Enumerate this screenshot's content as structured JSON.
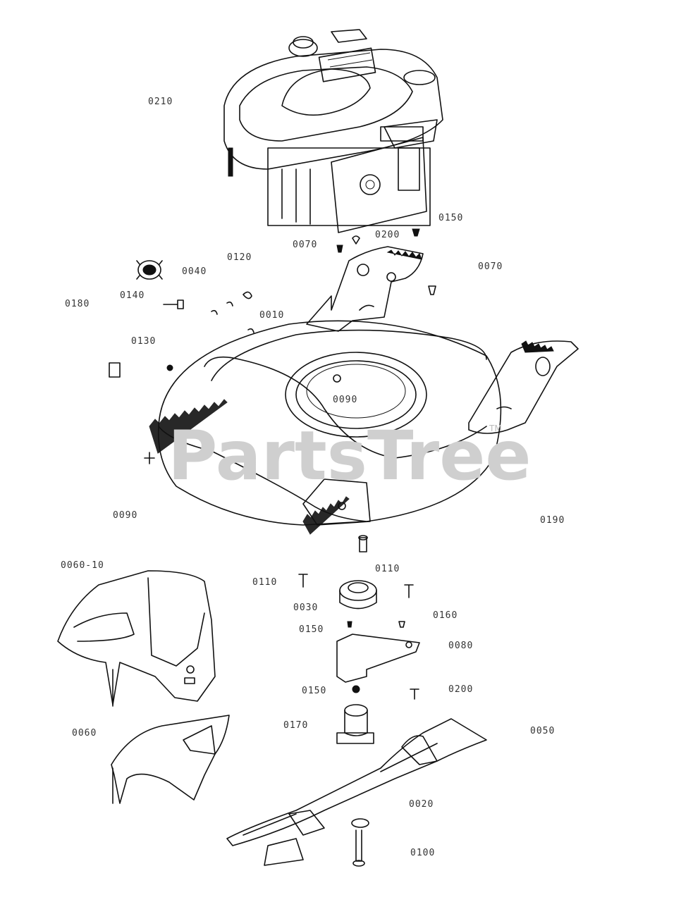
{
  "watermark": {
    "text": "PartsTree",
    "trademark": "TM"
  },
  "labels": [
    {
      "id": "0210",
      "text": "0210"
    },
    {
      "id": "0070a",
      "text": "0070"
    },
    {
      "id": "0200a",
      "text": "0200"
    },
    {
      "id": "0150a",
      "text": "0150"
    },
    {
      "id": "0120",
      "text": "0120"
    },
    {
      "id": "0040",
      "text": "0040"
    },
    {
      "id": "0070b",
      "text": "0070"
    },
    {
      "id": "0140",
      "text": "0140"
    },
    {
      "id": "0180",
      "text": "0180"
    },
    {
      "id": "0010",
      "text": "0010"
    },
    {
      "id": "0130",
      "text": "0130"
    },
    {
      "id": "0090a",
      "text": "0090"
    },
    {
      "id": "0090b",
      "text": "0090"
    },
    {
      "id": "0190",
      "text": "0190"
    },
    {
      "id": "0060-10",
      "text": "0060-10"
    },
    {
      "id": "0110a",
      "text": "0110"
    },
    {
      "id": "0110b",
      "text": "0110"
    },
    {
      "id": "0030",
      "text": "0030"
    },
    {
      "id": "0160",
      "text": "0160"
    },
    {
      "id": "0150b",
      "text": "0150"
    },
    {
      "id": "0080",
      "text": "0080"
    },
    {
      "id": "0150c",
      "text": "0150"
    },
    {
      "id": "0200b",
      "text": "0200"
    },
    {
      "id": "0170",
      "text": "0170"
    },
    {
      "id": "0050",
      "text": "0050"
    },
    {
      "id": "0060",
      "text": "0060"
    },
    {
      "id": "0020",
      "text": "0020"
    },
    {
      "id": "0100",
      "text": "0100"
    }
  ]
}
